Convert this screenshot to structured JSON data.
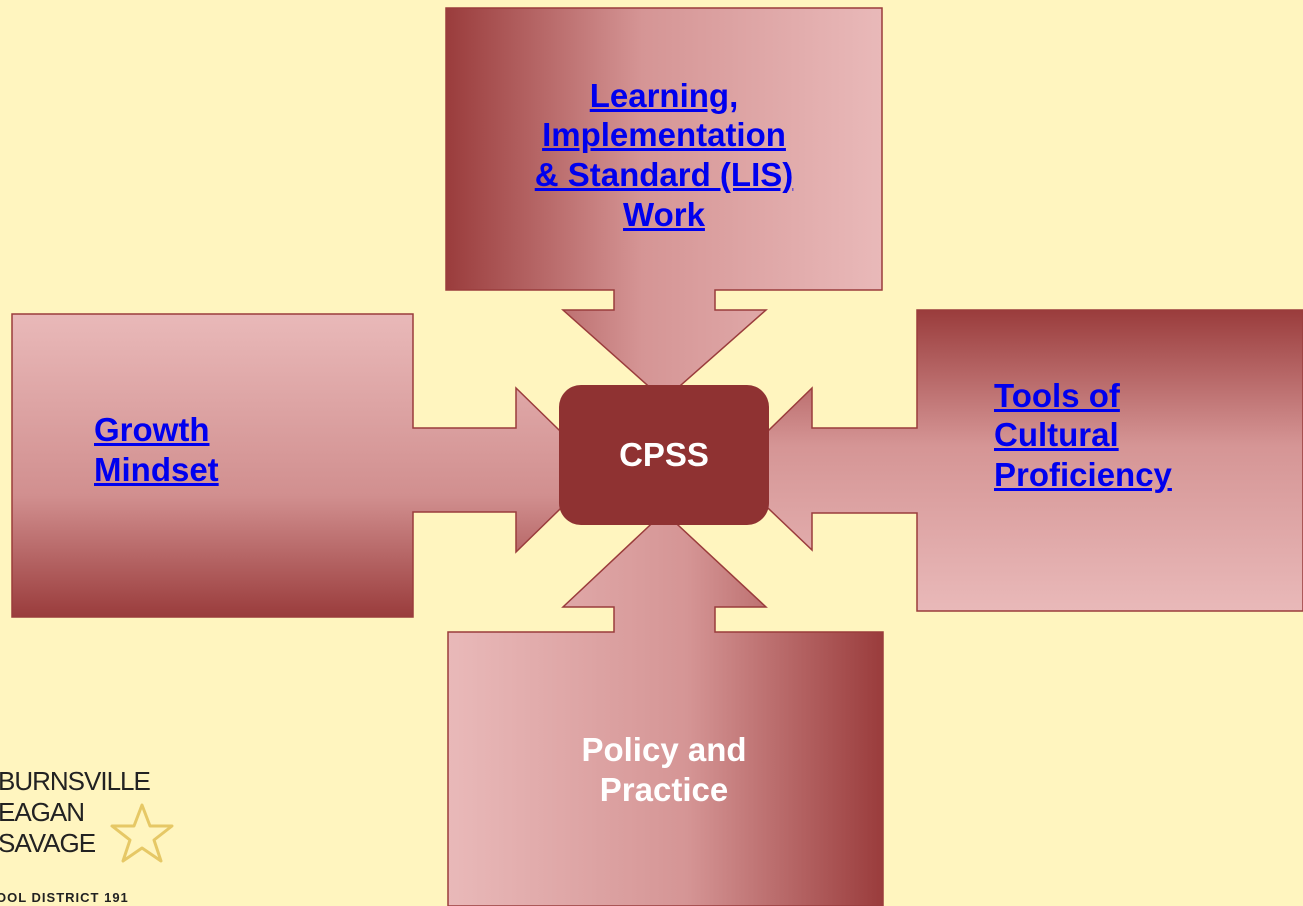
{
  "diagram": {
    "top": {
      "label": "Learning, Implementation & Standard (LIS) Work",
      "lines": [
        "Learning,",
        "Implementation",
        "& Standard (LIS)",
        "Work"
      ]
    },
    "left": {
      "lines": [
        "Growth",
        "Mindset"
      ]
    },
    "right": {
      "lines": [
        "Tools of",
        "Cultural",
        "Proficiency"
      ]
    },
    "bottom": {
      "lines": [
        "Policy and",
        "Practice"
      ]
    },
    "center": "CPSS"
  },
  "logo": {
    "lines": [
      "BURNSVILLE",
      "EAGAN",
      "SAVAGE"
    ],
    "footer": "OOL DISTRICT 191"
  },
  "colors": {
    "background": "#fff5bf",
    "dark_red": "#8f3232",
    "light_pink": "#e6b5b5",
    "link": "#0000ee"
  }
}
